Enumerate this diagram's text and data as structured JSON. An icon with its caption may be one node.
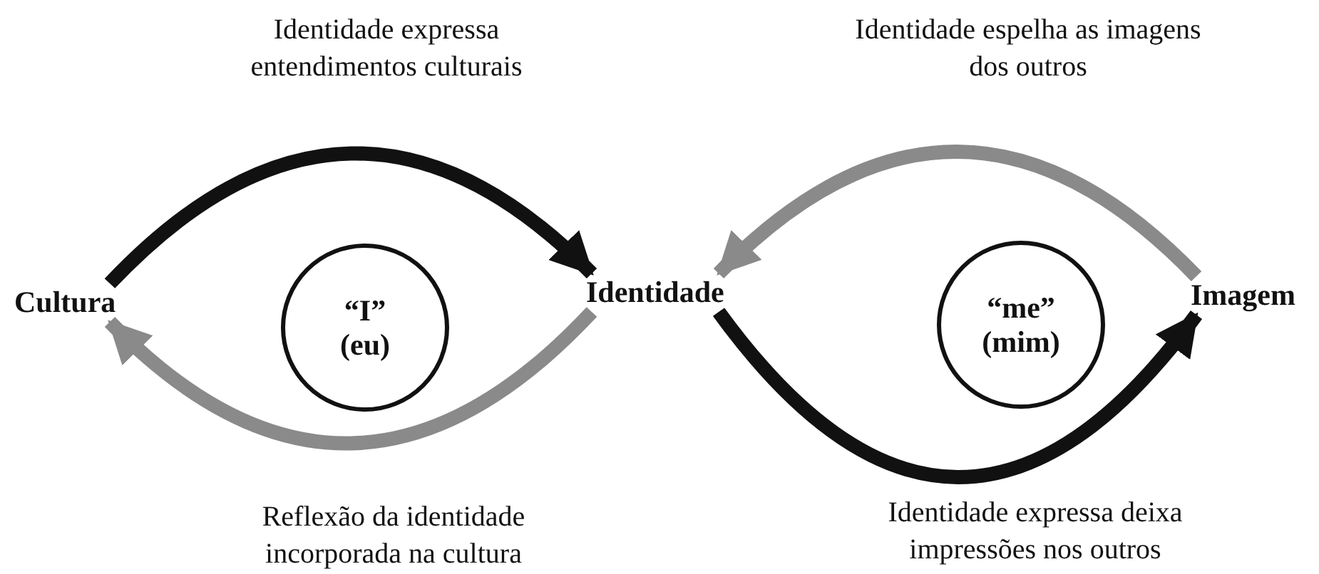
{
  "diagram": {
    "nodes": [
      {
        "text": [
          "Cultura"
        ]
      },
      {
        "text": [
          "“I”",
          "(eu)"
        ]
      },
      {
        "text": [
          "Identidade"
        ]
      },
      {
        "text": [
          "“me”",
          "(mim)"
        ]
      },
      {
        "text": [
          "Imagem"
        ]
      }
    ],
    "edges": [
      {
        "from": 0,
        "to": 2,
        "arrow": "to",
        "label": "Identidade expressa entendimentos culturais"
      },
      {
        "from": 2,
        "to": 0,
        "arrow": "to",
        "label": "Reflexão da identidade incorporada na cultura",
        "color": "#8a8a8a"
      },
      {
        "from": 4,
        "to": 2,
        "arrow": "to",
        "label": "Identidade espelha as imagens dos outros",
        "color": "#8a8a8a"
      },
      {
        "from": 2,
        "to": 4,
        "arrow": "to",
        "label": "Identidade expressa deixa impressões nos outros"
      }
    ]
  }
}
